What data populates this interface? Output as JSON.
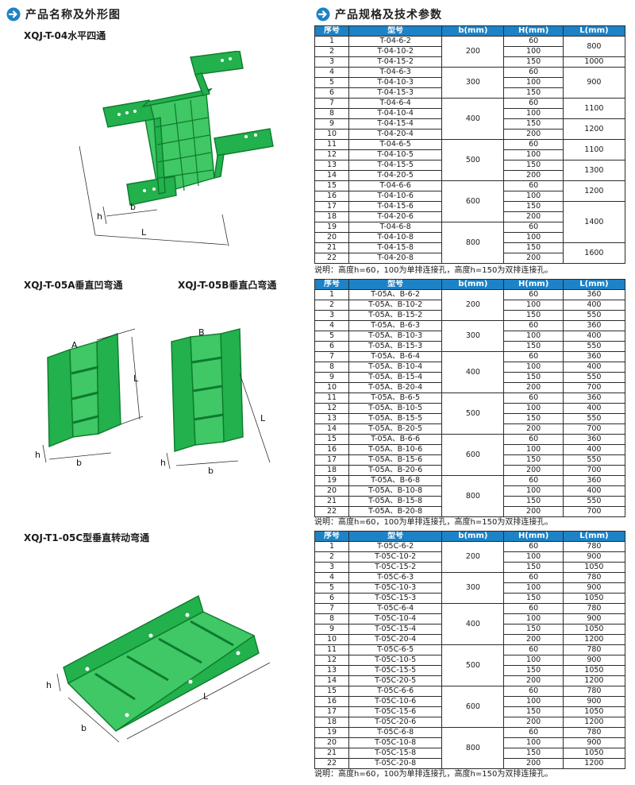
{
  "headings": {
    "left": "产品名称及外形图",
    "right": "产品规格及技术参数"
  },
  "products": [
    {
      "caption": "XQJ-T-04水平四通",
      "dims": {
        "h": "h",
        "b": "b",
        "L": "L"
      }
    },
    {
      "caption": "XQJ-T-05A垂直凹弯通",
      "caption_b": "XQJ-T-05B垂直凸弯通",
      "labels": {
        "A": "A",
        "B": "B"
      },
      "dims": {
        "h": "h",
        "b": "b",
        "L": "L"
      }
    },
    {
      "caption": "XQJ-T1-05C型垂直转动弯通",
      "dims": {
        "h": "h",
        "b": "b",
        "L": "L"
      }
    }
  ],
  "colors": {
    "header_blue": "#1d82c6",
    "tray_green": "#22b14c",
    "tray_dark": "#0e7a2e",
    "arrow_blue": "#1d82c6"
  },
  "icons": {
    "heading": "circle-arrow-right-icon"
  },
  "table_headers": [
    "序号",
    "型号",
    "b(mm)",
    "H(mm)",
    "L(mm)"
  ],
  "note": "说明：高度h=60，100为单排连接孔，高度h=150为双排连接孔。",
  "tables": [
    {
      "rows": [
        {
          "no": "1",
          "model": "T-04-6-2",
          "H": "60"
        },
        {
          "no": "2",
          "model": "T-04-10-2",
          "H": "100"
        },
        {
          "no": "3",
          "model": "T-04-15-2",
          "H": "150"
        },
        {
          "no": "4",
          "model": "T-04-6-3",
          "H": "60"
        },
        {
          "no": "5",
          "model": "T-04-10-3",
          "H": "100"
        },
        {
          "no": "6",
          "model": "T-04-15-3",
          "H": "150"
        },
        {
          "no": "7",
          "model": "T-04-6-4",
          "H": "60"
        },
        {
          "no": "8",
          "model": "T-04-10-4",
          "H": "100"
        },
        {
          "no": "9",
          "model": "T-04-15-4",
          "H": "150"
        },
        {
          "no": "10",
          "model": "T-04-20-4",
          "H": "200"
        },
        {
          "no": "11",
          "model": "T-04-6-5",
          "H": "60"
        },
        {
          "no": "12",
          "model": "T-04-10-5",
          "H": "100"
        },
        {
          "no": "13",
          "model": "T-04-15-5",
          "H": "150"
        },
        {
          "no": "14",
          "model": "T-04-20-5",
          "H": "200"
        },
        {
          "no": "15",
          "model": "T-04-6-6",
          "H": "60"
        },
        {
          "no": "16",
          "model": "T-04-10-6",
          "H": "100"
        },
        {
          "no": "17",
          "model": "T-04-15-6",
          "H": "150"
        },
        {
          "no": "18",
          "model": "T-04-20-6",
          "H": "200"
        },
        {
          "no": "19",
          "model": "T-04-6-8",
          "H": "60"
        },
        {
          "no": "20",
          "model": "T-04-10-8",
          "H": "100"
        },
        {
          "no": "21",
          "model": "T-04-15-8",
          "H": "150"
        },
        {
          "no": "22",
          "model": "T-04-20-8",
          "H": "200"
        }
      ],
      "b_groups": [
        {
          "value": "200",
          "span": 3
        },
        {
          "value": "300",
          "span": 3
        },
        {
          "value": "400",
          "span": 4
        },
        {
          "value": "500",
          "span": 4
        },
        {
          "value": "600",
          "span": 4
        },
        {
          "value": "800",
          "span": 4
        }
      ],
      "L_groups": [
        {
          "value": "800",
          "span": 2
        },
        {
          "value": "1000",
          "span": 1
        },
        {
          "value": "900",
          "span": 3
        },
        {
          "value": "1100",
          "span": 2
        },
        {
          "value": "1200",
          "span": 2
        },
        {
          "value": "1100",
          "span": 2
        },
        {
          "value": "1300",
          "span": 2
        },
        {
          "value": "1200",
          "span": 2
        },
        {
          "value": "1400",
          "span": 4
        },
        {
          "value": "1600",
          "span": 2
        }
      ]
    },
    {
      "rows": [
        {
          "no": "1",
          "model": "T-05A、B-6-2",
          "H": "60",
          "L": "360"
        },
        {
          "no": "2",
          "model": "T-05A、B-10-2",
          "H": "100",
          "L": "400"
        },
        {
          "no": "3",
          "model": "T-05A、B-15-2",
          "H": "150",
          "L": "550"
        },
        {
          "no": "4",
          "model": "T-05A、B-6-3",
          "H": "60",
          "L": "360"
        },
        {
          "no": "5",
          "model": "T-05A、B-10-3",
          "H": "100",
          "L": "400"
        },
        {
          "no": "6",
          "model": "T-05A、B-15-3",
          "H": "150",
          "L": "550"
        },
        {
          "no": "7",
          "model": "T-05A、B-6-4",
          "H": "60",
          "L": "360"
        },
        {
          "no": "8",
          "model": "T-05A、B-10-4",
          "H": "100",
          "L": "400"
        },
        {
          "no": "9",
          "model": "T-05A、B-15-4",
          "H": "150",
          "L": "550"
        },
        {
          "no": "10",
          "model": "T-05A、B-20-4",
          "H": "200",
          "L": "700"
        },
        {
          "no": "11",
          "model": "T-05A、B-6-5",
          "H": "60",
          "L": "360"
        },
        {
          "no": "12",
          "model": "T-05A、B-10-5",
          "H": "100",
          "L": "400"
        },
        {
          "no": "13",
          "model": "T-05A、B-15-5",
          "H": "150",
          "L": "550"
        },
        {
          "no": "14",
          "model": "T-05A、B-20-5",
          "H": "200",
          "L": "700"
        },
        {
          "no": "15",
          "model": "T-05A、B-6-6",
          "H": "60",
          "L": "360"
        },
        {
          "no": "16",
          "model": "T-05A、B-10-6",
          "H": "100",
          "L": "400"
        },
        {
          "no": "17",
          "model": "T-05A、B-15-6",
          "H": "150",
          "L": "550"
        },
        {
          "no": "18",
          "model": "T-05A、B-20-6",
          "H": "200",
          "L": "700"
        },
        {
          "no": "19",
          "model": "T-05A、B-6-8",
          "H": "60",
          "L": "360"
        },
        {
          "no": "20",
          "model": "T-05A、B-10-8",
          "H": "100",
          "L": "400"
        },
        {
          "no": "21",
          "model": "T-05A、B-15-8",
          "H": "150",
          "L": "550"
        },
        {
          "no": "22",
          "model": "T-05A、B-20-8",
          "H": "200",
          "L": "700"
        }
      ],
      "b_groups": [
        {
          "value": "200",
          "span": 3
        },
        {
          "value": "300",
          "span": 3
        },
        {
          "value": "400",
          "span": 4
        },
        {
          "value": "500",
          "span": 4
        },
        {
          "value": "600",
          "span": 4
        },
        {
          "value": "800",
          "span": 4
        }
      ]
    },
    {
      "rows": [
        {
          "no": "1",
          "model": "T-05C-6-2",
          "H": "60",
          "L": "780"
        },
        {
          "no": "2",
          "model": "T-05C-10-2",
          "H": "100",
          "L": "900"
        },
        {
          "no": "3",
          "model": "T-05C-15-2",
          "H": "150",
          "L": "1050"
        },
        {
          "no": "4",
          "model": "T-05C-6-3",
          "H": "60",
          "L": "780"
        },
        {
          "no": "5",
          "model": "T-05C-10-3",
          "H": "100",
          "L": "900"
        },
        {
          "no": "6",
          "model": "T-05C-15-3",
          "H": "150",
          "L": "1050"
        },
        {
          "no": "7",
          "model": "T-05C-6-4",
          "H": "60",
          "L": "780"
        },
        {
          "no": "8",
          "model": "T-05C-10-4",
          "H": "100",
          "L": "900"
        },
        {
          "no": "9",
          "model": "T-05C-15-4",
          "H": "150",
          "L": "1050"
        },
        {
          "no": "10",
          "model": "T-05C-20-4",
          "H": "200",
          "L": "1200"
        },
        {
          "no": "11",
          "model": "T-05C-6-5",
          "H": "60",
          "L": "780"
        },
        {
          "no": "12",
          "model": "T-05C-10-5",
          "H": "100",
          "L": "900"
        },
        {
          "no": "13",
          "model": "T-05C-15-5",
          "H": "150",
          "L": "1050"
        },
        {
          "no": "14",
          "model": "T-05C-20-5",
          "H": "200",
          "L": "1200"
        },
        {
          "no": "15",
          "model": "T-05C-6-6",
          "H": "60",
          "L": "780"
        },
        {
          "no": "16",
          "model": "T-05C-10-6",
          "H": "100",
          "L": "900"
        },
        {
          "no": "17",
          "model": "T-05C-15-6",
          "H": "150",
          "L": "1050"
        },
        {
          "no": "18",
          "model": "T-05C-20-6",
          "H": "200",
          "L": "1200"
        },
        {
          "no": "19",
          "model": "T-05C-6-8",
          "H": "60",
          "L": "780"
        },
        {
          "no": "20",
          "model": "T-05C-10-8",
          "H": "100",
          "L": "900"
        },
        {
          "no": "21",
          "model": "T-05C-15-8",
          "H": "150",
          "L": "1050"
        },
        {
          "no": "22",
          "model": "T-05C-20-8",
          "H": "200",
          "L": "1200"
        }
      ],
      "b_groups": [
        {
          "value": "200",
          "span": 3
        },
        {
          "value": "300",
          "span": 3
        },
        {
          "value": "400",
          "span": 4
        },
        {
          "value": "500",
          "span": 4
        },
        {
          "value": "600",
          "span": 4
        },
        {
          "value": "800",
          "span": 4
        }
      ]
    }
  ]
}
